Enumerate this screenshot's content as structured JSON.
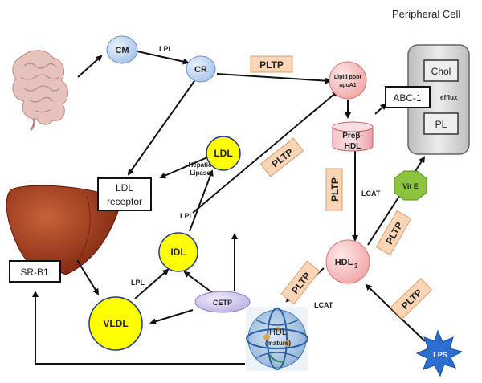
{
  "diagram": {
    "header": "Peripheral Cell",
    "nodes": {
      "cm": "CM",
      "cr": "CR",
      "ldl": "LDL",
      "idl": "IDL",
      "vldl": "VLDL",
      "cetp": "CETP",
      "hdl_top": "HDL",
      "hdl_bottom": "(mature)",
      "hdl3": "HDL",
      "hdl3_sub": "3",
      "prebeta_top": "Preβ-",
      "prebeta_bottom": "HDL",
      "lipid_poor_top": "Lipid poor",
      "lipid_poor_bottom": "apoA1",
      "vit_e": "Vit E",
      "lps": "LPS",
      "chol": "Chol",
      "pl": "PL",
      "abc1": "ABC-1",
      "sr_b1": "SR-B1",
      "ldl_receptor_top": "LDL",
      "ldl_receptor_bottom": "receptor"
    },
    "labels": {
      "lpl_cm_cr": "LPL",
      "hepatic_top": "Hepatic",
      "hepatic_bottom": "Lipase",
      "lpl_idl_ldl": "LPL",
      "lpl_vldl_idl": "LPL",
      "lcat_prebeta": "LCAT",
      "lcat_hdl": "LCAT",
      "efflux": "efflux"
    },
    "pltp_tags": [
      "PLTP",
      "PLTP",
      "PLTP",
      "PLTP",
      "PLTP",
      "PLTP"
    ]
  },
  "colors": {
    "lipoprotein_blue": "#c9dcf5",
    "ldl_yellow": "#ffff00",
    "pltp_orange": "#fbd5b5",
    "prebeta_pink": "#f4b0b8",
    "hdl3_pink": "#f8c8c8",
    "cetp_lavender": "#d9d0f0",
    "vit_e_green": "#8cc43f",
    "lps_blue": "#2a6fd1",
    "cell_gray": "#d4d4d4",
    "liver_brown": "#8b2a10"
  },
  "icons": [
    "intestine-icon",
    "liver-icon",
    "hdl-particle-icon",
    "lps-starburst-icon"
  ]
}
